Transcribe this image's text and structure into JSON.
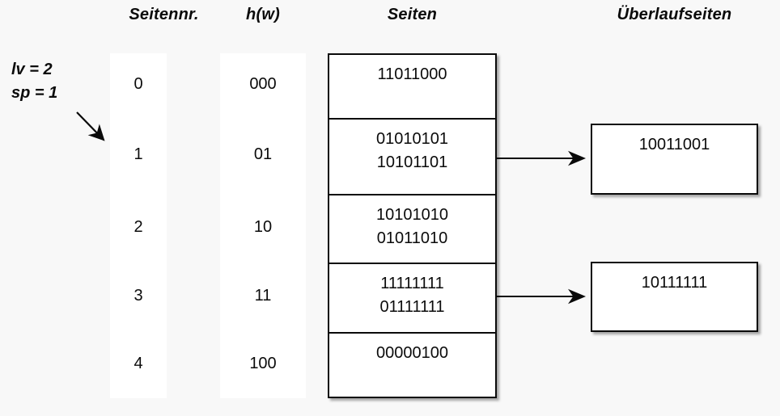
{
  "headers": {
    "seitennr": "Seitennr.",
    "hw": "h(w)",
    "seiten": "Seiten",
    "ueberlaufseiten": "Überlaufseiten"
  },
  "params": {
    "lv": "lv = 2",
    "sp": "sp = 1"
  },
  "icons": {
    "pointer_arrow": "diagonal-arrow-icon",
    "link_arrow": "right-arrow-icon"
  },
  "colors": {
    "background": "#f8f8f8",
    "box_fill": "#ffffff",
    "stroke": "#0a0a0a",
    "text": "#0b0b0b"
  },
  "rows": [
    {
      "seitennr": "0",
      "hw": "000",
      "records": [
        "11011000"
      ],
      "overflow": null
    },
    {
      "seitennr": "1",
      "hw": "01",
      "records": [
        "01010101",
        "10101101"
      ],
      "overflow": "10011001"
    },
    {
      "seitennr": "2",
      "hw": "10",
      "records": [
        "10101010",
        "01011010"
      ],
      "overflow": null
    },
    {
      "seitennr": "3",
      "hw": "11",
      "records": [
        "11111111",
        "01111111"
      ],
      "overflow": "10111111"
    },
    {
      "seitennr": "4",
      "hw": "100",
      "records": [
        "00000100"
      ],
      "overflow": null
    }
  ],
  "overflow_pages": [
    {
      "value": "10011001",
      "from_row": 1
    },
    {
      "value": "10111111",
      "from_row": 3
    }
  ]
}
